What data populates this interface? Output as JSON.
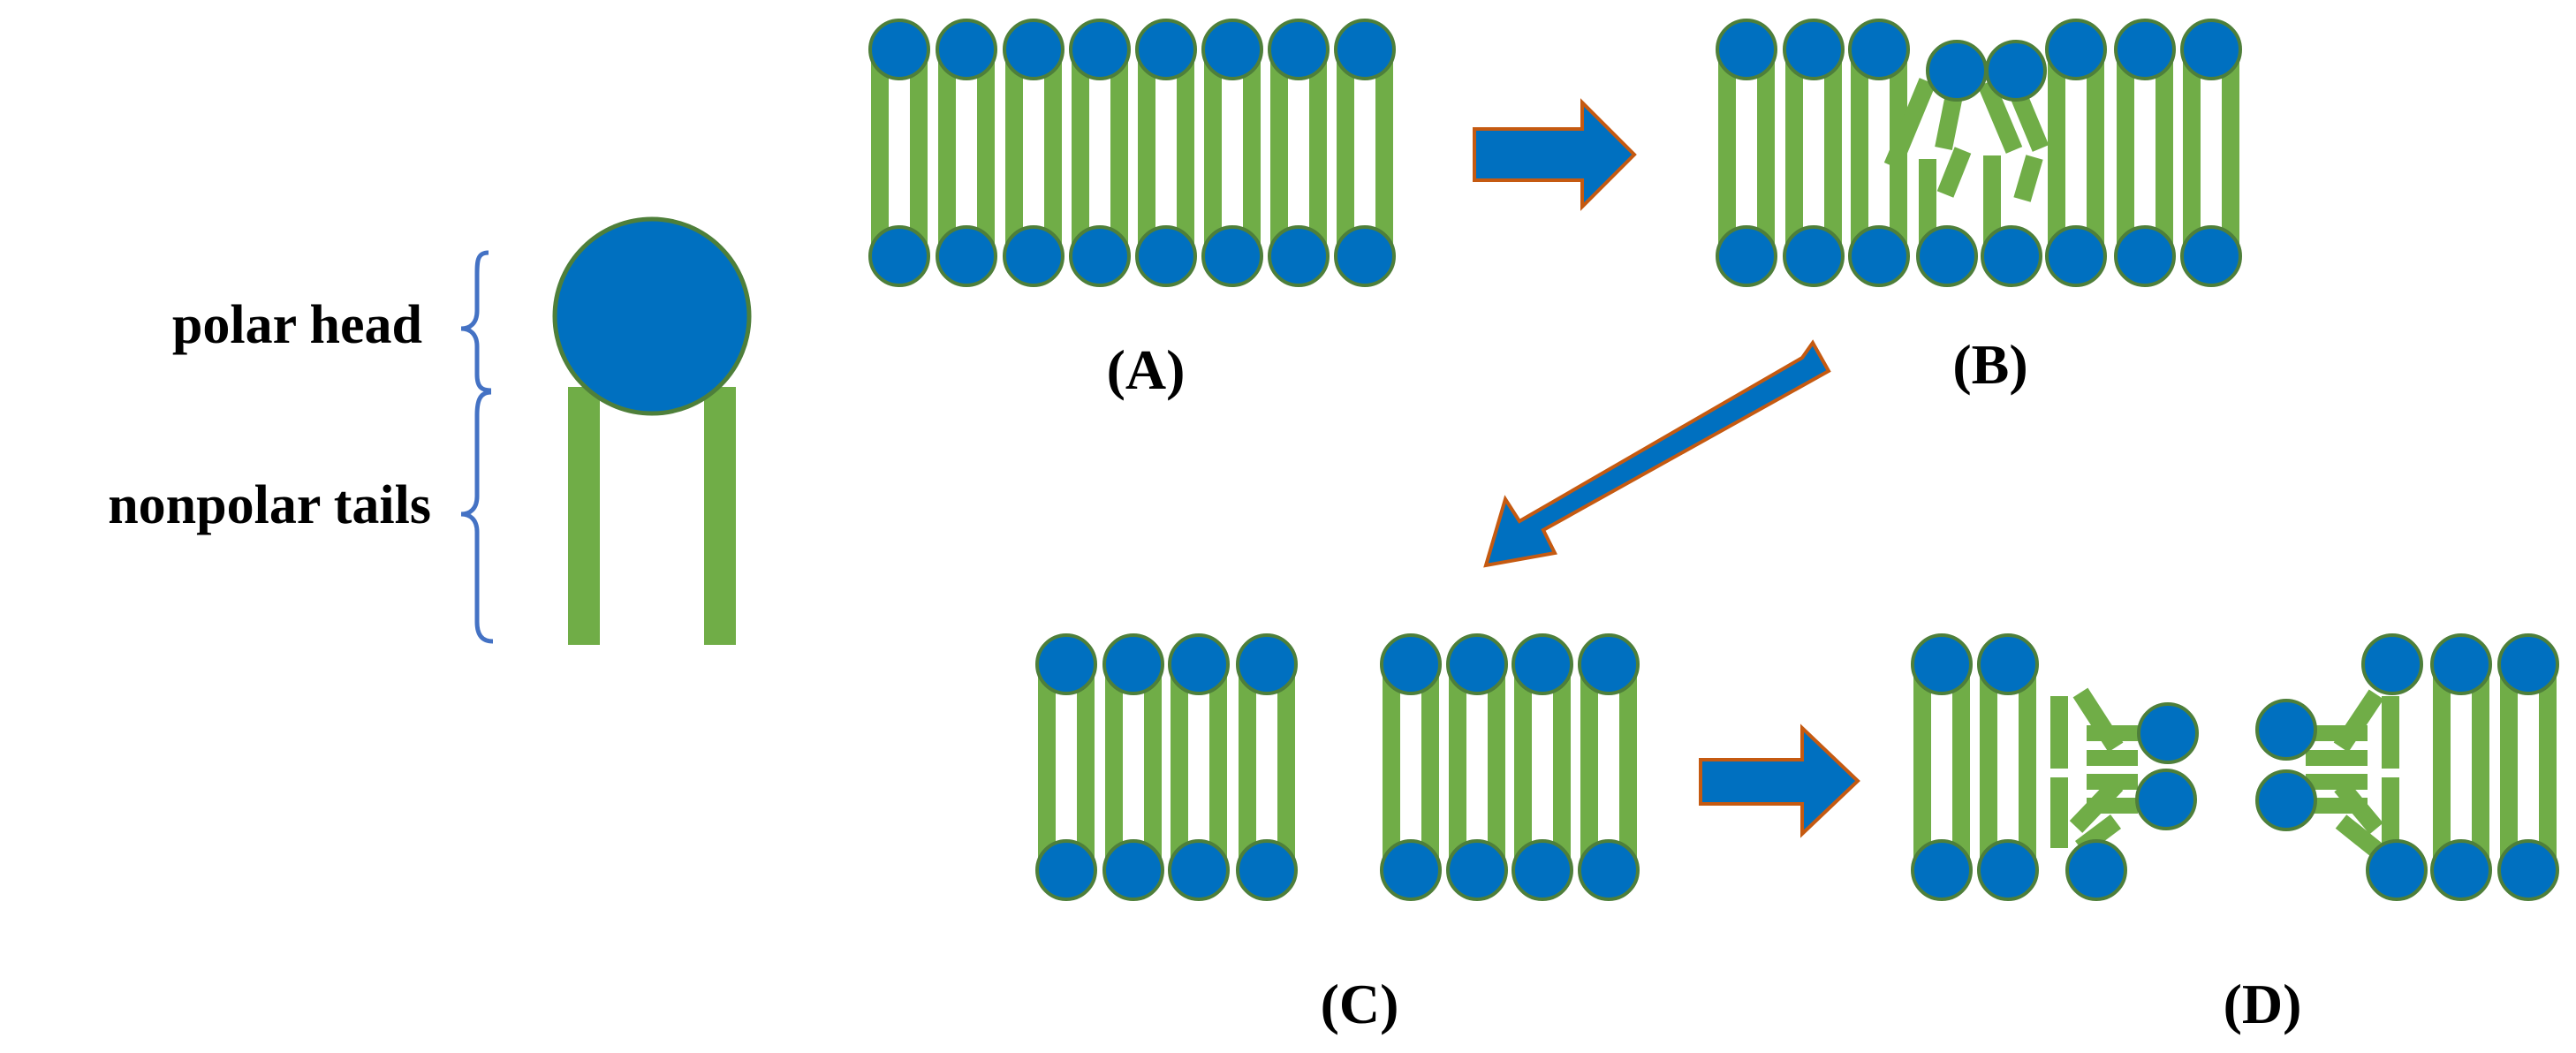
{
  "legend": {
    "head_label": "polar head",
    "tails_label": "nonpolar tails"
  },
  "panels": {
    "a": "(A)",
    "b": "(B)",
    "c": "(C)",
    "d": "(D)"
  },
  "colors": {
    "head_fill": "#0070C0",
    "head_stroke": "#4E7F3A",
    "tail": "#70AD47",
    "brace": "#4472C4",
    "arrow_fill": "#0070C0",
    "arrow_stroke": "#C55A11"
  }
}
